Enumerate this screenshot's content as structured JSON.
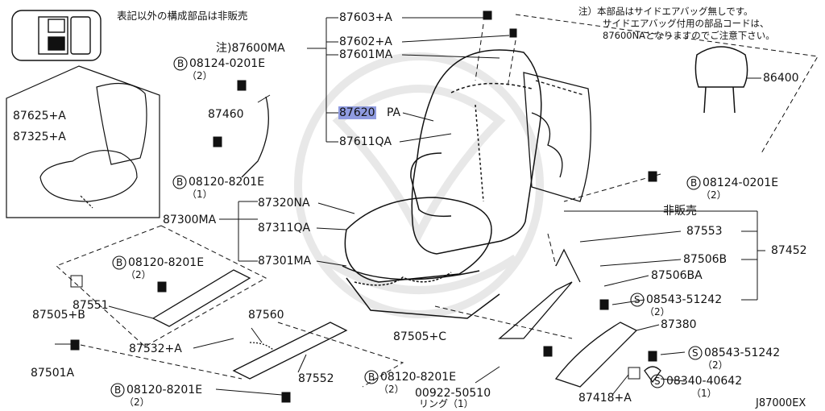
{
  "header": {
    "legend_text": "表記以外の構成部品は非販売",
    "note_lines": [
      "注）本部品はサイドエアバッグ無しです。",
      "サイドエアバッグ付用の部品コードは、",
      "87600NAとなりますのでご注意下さい。"
    ]
  },
  "parts": {
    "p87603": "87603+A",
    "p87602": "87602+A",
    "p87600": "注)87600MA",
    "p87601": "87601MA",
    "p87620a": "87620",
    "p87620b": "PA",
    "p87611": "87611QA",
    "p86400": "86400",
    "b08124_top": "08124-0201E",
    "b08124_top_qty": "（2）",
    "p87460": "87460",
    "b08120_mid": "08120-8201E",
    "b08120_mid_qty": "（1）",
    "p87625": "87625+A",
    "p87325": "87325+A",
    "b08124_right": "08124-0201E",
    "b08124_right_qty": "（2）",
    "hibai": "非販売",
    "p87320": "87320NA",
    "p87311": "87311QA",
    "p87301": "87301MA",
    "p87300": "87300MA",
    "p87553": "87553",
    "p87506b": "87506B",
    "p87506ba": "87506BA",
    "p87452": "87452",
    "s08543_a": "08543-51242",
    "s08543_a_qty": "（2）",
    "p87380": "87380",
    "s08543_b": "08543-51242",
    "s08543_b_qty": "（2）",
    "s08340": "08340-40642",
    "s08340_qty": "（1）",
    "p87418": "87418+A",
    "b08120_left": "08120-8201E",
    "b08120_left_qty": "（2）",
    "p87505b": "87505+B",
    "p87551": "87551",
    "p87560": "87560",
    "p87532": "87532+A",
    "p87505c": "87505+C",
    "p87501": "87501A",
    "p87552": "87552",
    "b08120_bottom": "08120-8201E",
    "b08120_bottom_qty": "（2）",
    "b08120_lower": "08120-8201E",
    "b08120_lower_qty": "（2）",
    "p00922": "00922-50510",
    "ring": "リング（1）"
  },
  "prefix": {
    "bolt": "B",
    "screw": "S"
  },
  "diagram_code": "J87000EX",
  "colors": {
    "highlight": "#8f9be0",
    "ink": "#111111",
    "watermark": "#e6e6e6"
  }
}
